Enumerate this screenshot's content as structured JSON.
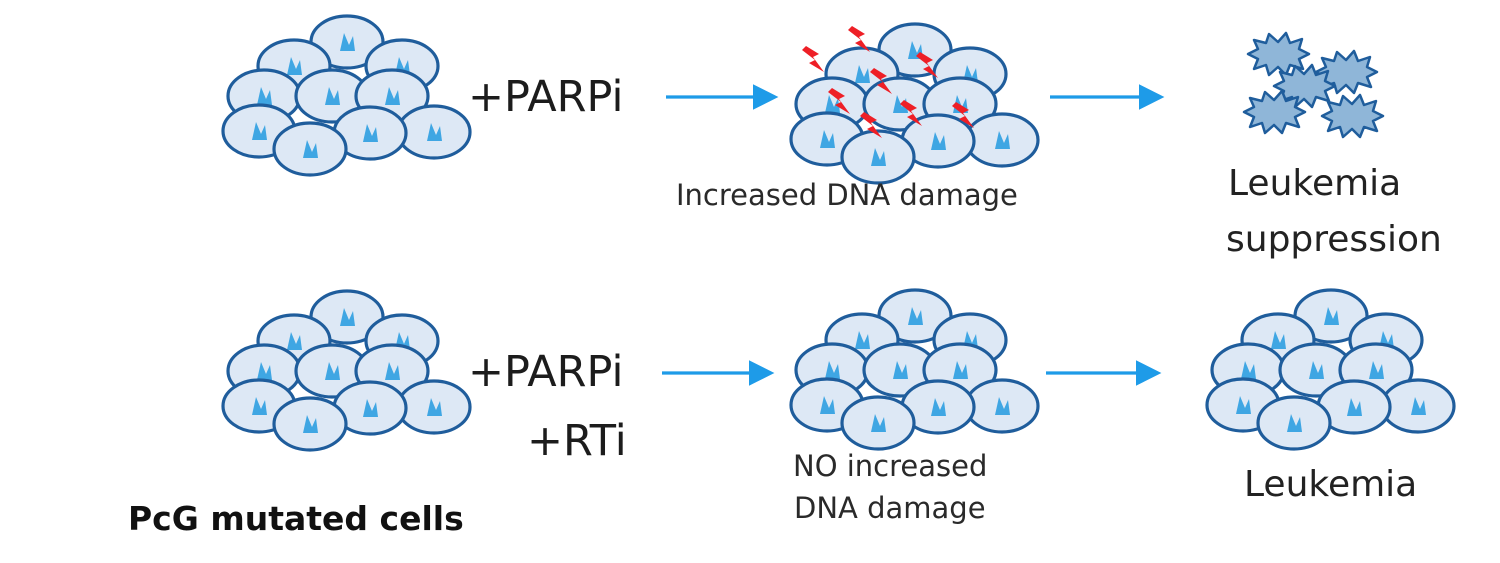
{
  "rows": [
    {
      "treatment_lines": [
        "+PARPi"
      ],
      "middle_caption_lines": [
        "Increased DNA damage"
      ],
      "outcome_lines": [
        "Leukemia",
        "suppression"
      ],
      "middle_state": "cells-with-dna-damage",
      "outcome_state": "dead-spiky-cells"
    },
    {
      "treatment_lines": [
        "+PARPi",
        "+RTi"
      ],
      "middle_caption_lines": [
        "NO increased",
        "DNA damage"
      ],
      "outcome_lines": [
        "Leukemia"
      ],
      "middle_state": "intact-cells",
      "outcome_state": "intact-cells"
    }
  ],
  "footer_label": "PcG mutated cells",
  "colors": {
    "cell_fill": "#dde8f5",
    "cell_stroke": "#1f5d9c",
    "nucleus": "#3fa6e3",
    "arrow": "#1e9be8",
    "damage_bolt": "#ee1f26",
    "dead_cell_fill": "#8fb6d8"
  },
  "icons": [
    "cell-cluster-icon",
    "arrow-right-icon",
    "lightning-bolt-icon",
    "dead-cell-icon"
  ]
}
